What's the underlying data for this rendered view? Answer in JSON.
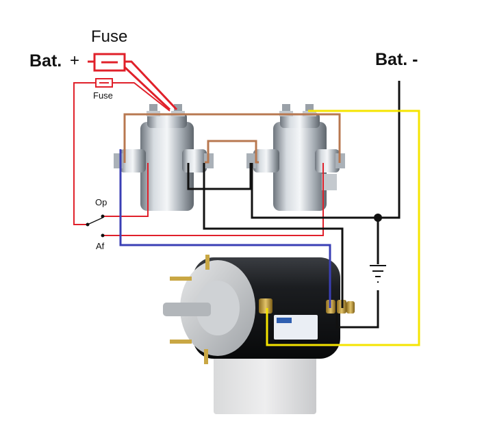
{
  "labels": {
    "fuse_main": "Fuse",
    "fuse_small": "Fuse",
    "bat_pos": "Bat.",
    "bat_pos_sign": "+",
    "bat_neg": "Bat. -",
    "op": "Op",
    "af": "Af"
  },
  "colors": {
    "red": "#e0202a",
    "brown": "#b87850",
    "black": "#111111",
    "yellow": "#f5e400",
    "blue": "#3a3fb5",
    "steel": "#b9bfc6"
  },
  "components": [
    {
      "name": "solenoid-1"
    },
    {
      "name": "solenoid-2"
    },
    {
      "name": "dc-motor"
    },
    {
      "name": "ground-symbol"
    },
    {
      "name": "fuse-main-symbol"
    },
    {
      "name": "fuse-small-symbol"
    },
    {
      "name": "switch-symbol"
    }
  ]
}
